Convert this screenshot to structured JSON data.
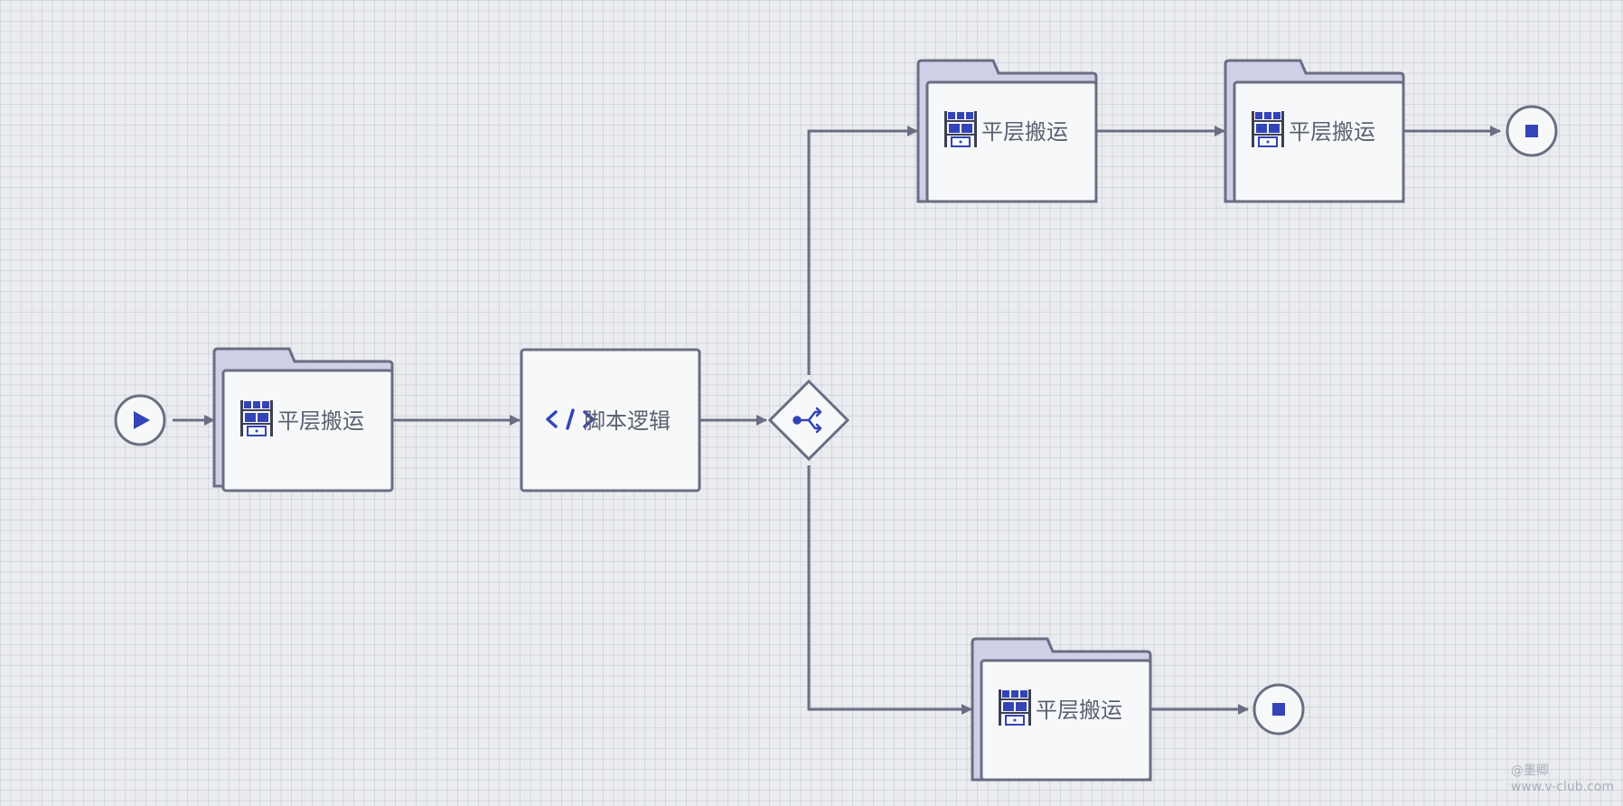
{
  "colors": {
    "stroke": "#6b6e82",
    "node_fill": "#f7f8fa",
    "folder_back": "#cdd0e6",
    "accent": "#3344b8",
    "text": "#5d6070"
  },
  "nodes": {
    "start": {
      "icon": "play-icon"
    },
    "task1": {
      "label": "平层搬运",
      "icon": "shelf-icon"
    },
    "script": {
      "label": "脚本逻辑",
      "icon": "code-icon"
    },
    "gateway": {
      "icon": "branch-icon"
    },
    "task2": {
      "label": "平层搬运",
      "icon": "shelf-icon"
    },
    "task3": {
      "label": "平层搬运",
      "icon": "shelf-icon"
    },
    "task4": {
      "label": "平层搬运",
      "icon": "shelf-icon"
    },
    "end1": {
      "icon": "stop-icon"
    },
    "end2": {
      "icon": "stop-icon"
    }
  },
  "watermark": {
    "line1": "@墨卿",
    "line2": "www.v-club.com"
  }
}
